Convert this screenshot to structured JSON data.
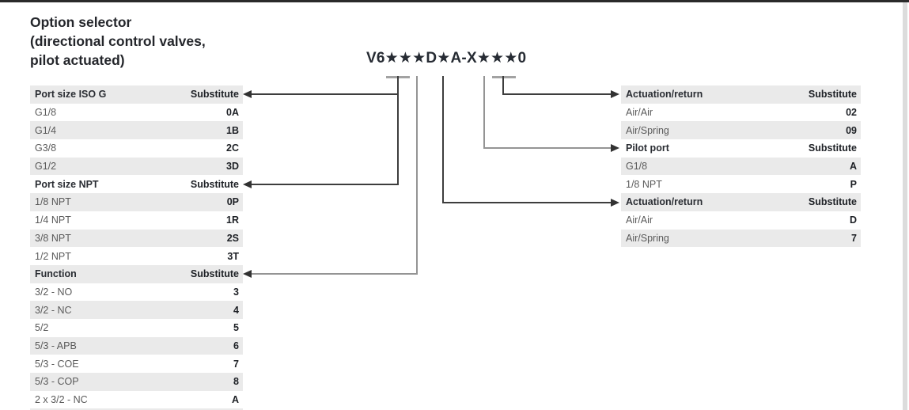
{
  "header": {
    "title_lines": [
      "Option selector",
      "(directional control valves,",
      "pilot actuated)"
    ]
  },
  "code": {
    "text": "V6★★★D★A-X★★★0"
  },
  "left_table": {
    "rows": [
      {
        "label": "Port size ISO G",
        "value": "Substitute",
        "type": "header"
      },
      {
        "label": "G1/8",
        "value": "0A",
        "type": "item"
      },
      {
        "label": "G1/4",
        "value": "1B",
        "type": "item"
      },
      {
        "label": "G3/8",
        "value": "2C",
        "type": "item"
      },
      {
        "label": "G1/2",
        "value": "3D",
        "type": "item"
      },
      {
        "label": "Port size NPT",
        "value": "Substitute",
        "type": "header"
      },
      {
        "label": "1/8 NPT",
        "value": "0P",
        "type": "item"
      },
      {
        "label": "1/4 NPT",
        "value": "1R",
        "type": "item"
      },
      {
        "label": "3/8 NPT",
        "value": "2S",
        "type": "item"
      },
      {
        "label": "1/2 NPT",
        "value": "3T",
        "type": "item"
      },
      {
        "label": "Function",
        "value": "Substitute",
        "type": "header"
      },
      {
        "label": "3/2 - NO",
        "value": "3",
        "type": "item"
      },
      {
        "label": "3/2 - NC",
        "value": "4",
        "type": "item"
      },
      {
        "label": "5/2",
        "value": "5",
        "type": "item"
      },
      {
        "label": "5/3 - APB",
        "value": "6",
        "type": "item"
      },
      {
        "label": "5/3 - COE",
        "value": "7",
        "type": "item"
      },
      {
        "label": "5/3 - COP",
        "value": "8",
        "type": "item"
      },
      {
        "label": "2 x 3/2 - NC",
        "value": "A",
        "type": "item"
      }
    ]
  },
  "right_table": {
    "rows": [
      {
        "label": "Actuation/return",
        "value": "Substitute",
        "type": "header"
      },
      {
        "label": "Air/Air",
        "value": "02",
        "type": "item"
      },
      {
        "label": "Air/Spring",
        "value": "09",
        "type": "item"
      },
      {
        "label": "Pilot port",
        "value": "Substitute",
        "type": "header"
      },
      {
        "label": "G1/8",
        "value": "A",
        "type": "item"
      },
      {
        "label": "1/8 NPT",
        "value": "P",
        "type": "item"
      },
      {
        "label": "Actuation/return",
        "value": "Substitute",
        "type": "header"
      },
      {
        "label": "Air/Air",
        "value": "D",
        "type": "item"
      },
      {
        "label": "Air/Spring",
        "value": "7",
        "type": "item"
      }
    ]
  },
  "colors": {
    "stripe": "#eaeaea",
    "line_dark": "#3d3d3d",
    "line_gray": "#949494",
    "cap_gray": "#a2a2a2",
    "text_dark": "#24262b",
    "text_gray": "#5a5a5a"
  }
}
